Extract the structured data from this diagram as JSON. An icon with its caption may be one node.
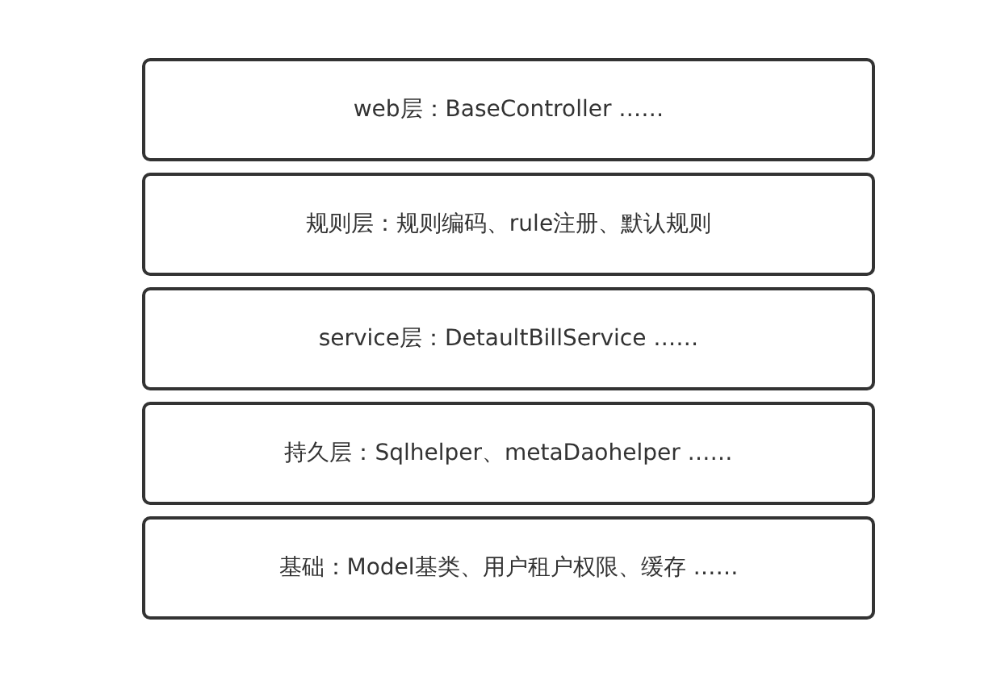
{
  "diagram": {
    "nodes": [
      {
        "text": [
          "web层：BaseController ……"
        ]
      },
      {
        "text": [
          "规则层：规则编码、rule注册、默认规则"
        ]
      },
      {
        "text": [
          "service层：DetaultBillService ……"
        ]
      },
      {
        "text": [
          "持久层：Sqlhelper、metaDaohelper ……"
        ]
      },
      {
        "text": [
          "基础：Model基类、用户租户权限、缓存 ……"
        ]
      }
    ]
  }
}
